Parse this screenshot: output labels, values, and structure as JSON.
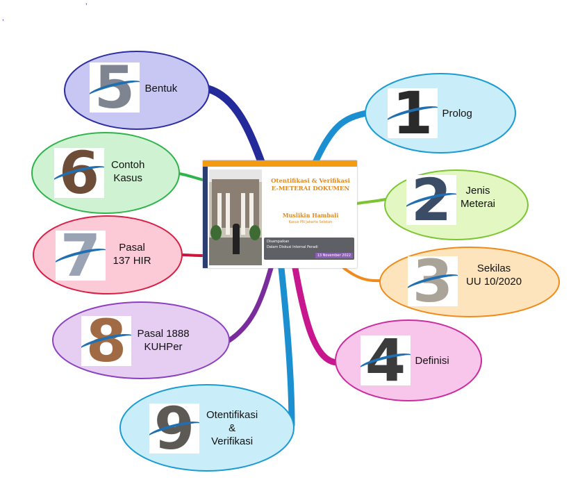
{
  "center": {
    "title_line1": "Otentifikasi & Verifikasi",
    "title_line2": "E-METERAI DOKUMEN",
    "author": "Muslikin Hambali",
    "institution": "Kasus PN Jakarta Selatan",
    "box_line1": "Disampaikan",
    "box_line2": "Dalam Diskusi Internal Peradi",
    "date": "13 November 2022"
  },
  "nodes": [
    {
      "id": "prolog",
      "number": "1",
      "lines": [
        "Prolog"
      ],
      "fill": "#c9edf9",
      "stroke": "#1b9bd3",
      "branch": "#1b8fd0",
      "digit_color": "#2a2a2a"
    },
    {
      "id": "jenis-meterai",
      "number": "2",
      "lines": [
        "Jenis",
        "Meterai"
      ],
      "fill": "#e2f7c2",
      "stroke": "#7cc532",
      "branch": "#7cc532",
      "digit_color": "#3b4d66"
    },
    {
      "id": "sekilas-uu",
      "number": "3",
      "lines": [
        "Sekilas",
        "UU 10/2020"
      ],
      "fill": "#fde4bd",
      "stroke": "#f08a1a",
      "branch": "#f08a1a",
      "digit_color": "#a9a398"
    },
    {
      "id": "definisi",
      "number": "4",
      "lines": [
        "Definisi"
      ],
      "fill": "#f8c6ea",
      "stroke": "#cc2b9f",
      "branch": "#c8168f",
      "digit_color": "#3b3b3b"
    },
    {
      "id": "bentuk",
      "number": "5",
      "lines": [
        "Bentuk"
      ],
      "fill": "#c8c7f4",
      "stroke": "#2d2da2",
      "branch": "#232a9a",
      "digit_color": "#7e8590"
    },
    {
      "id": "contoh-kasus",
      "number": "6",
      "lines": [
        "Contoh",
        "Kasus"
      ],
      "fill": "#cff3d2",
      "stroke": "#2fb34b",
      "branch": "#2fb34b",
      "digit_color": "#6d4d37"
    },
    {
      "id": "pasal-137",
      "number": "7",
      "lines": [
        "Pasal",
        "137 HIR"
      ],
      "fill": "#fccad7",
      "stroke": "#d81f45",
      "branch": "#c8163d",
      "digit_color": "#9aa3b4"
    },
    {
      "id": "pasal-1888",
      "number": "8",
      "lines": [
        "Pasal 1888",
        "KUHPer"
      ],
      "fill": "#e6cdf2",
      "stroke": "#8b3fc1",
      "branch": "#7a2c9c",
      "digit_color": "#a06a45"
    },
    {
      "id": "otentifikasi",
      "number": "9",
      "lines": [
        "Otentifikasi",
        "&",
        "Verifikasi"
      ],
      "fill": "#c9edf9",
      "stroke": "#1b9bd3",
      "branch": "#1b8fd0",
      "digit_color": "#5d5a55"
    }
  ]
}
